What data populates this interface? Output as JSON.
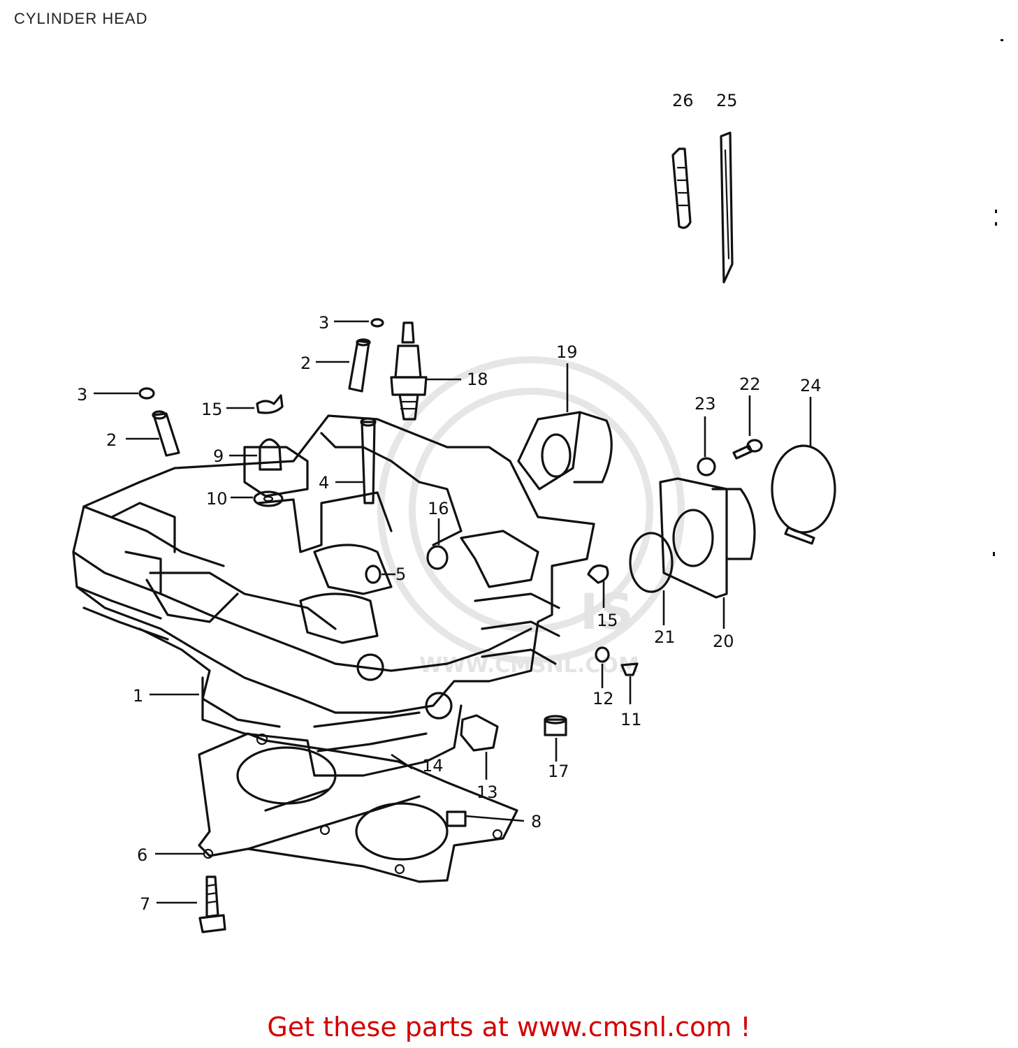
{
  "header": {
    "title": "CYLINDER HEAD"
  },
  "footer": {
    "cta": "Get these parts at www.cmsnl.com !"
  },
  "callouts": [
    "26",
    "25",
    "3",
    "2",
    "18",
    "3",
    "15",
    "2",
    "9",
    "4",
    "10",
    "19",
    "16",
    "5",
    "23",
    "22",
    "24",
    "15",
    "21",
    "20",
    "12",
    "11",
    "1",
    "14",
    "13",
    "17",
    "8",
    "6",
    "7"
  ]
}
